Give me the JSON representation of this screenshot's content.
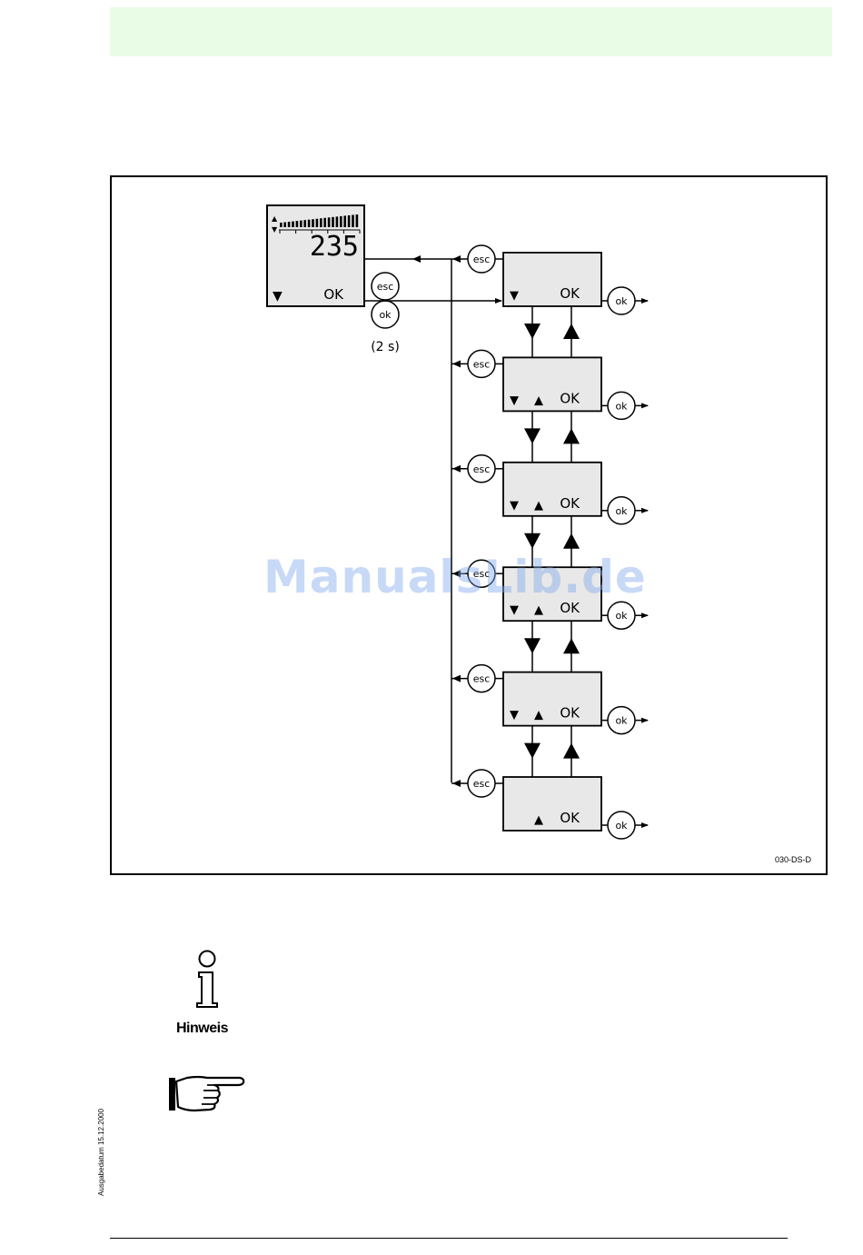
{
  "main_display": {
    "value": "235",
    "down_symbol": "▼",
    "ok_label": "OK",
    "scale_up": "▲",
    "scale_down": "▼"
  },
  "buttons": {
    "esc_label": "esc",
    "ok_label": "ok",
    "hold_time": "(2 s)"
  },
  "menu_screens": [
    {
      "down": "▼",
      "up": "",
      "ok": "OK"
    },
    {
      "down": "▼",
      "up": "▲",
      "ok": "OK"
    },
    {
      "down": "▼",
      "up": "▲",
      "ok": "OK"
    },
    {
      "down": "▼",
      "up": "▲",
      "ok": "OK"
    },
    {
      "down": "▼",
      "up": "▲",
      "ok": "OK"
    },
    {
      "down": "",
      "up": "▲",
      "ok": "OK"
    }
  ],
  "figure_code": "030-DS-D",
  "watermark": "ManualsLib.de",
  "note": {
    "info_icon": "info-icon",
    "label": "Hinweis",
    "pointer_icon": "pointing-hand-icon"
  },
  "footer": {
    "issue_date": "Ausgabedatum 15.12.2000"
  }
}
